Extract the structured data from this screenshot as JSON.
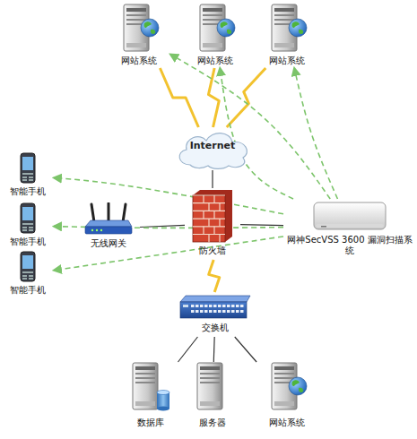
{
  "diagram": {
    "nodes": [
      {
        "text": [
          "网站系统"
        ]
      },
      {
        "text": [
          "网站系统"
        ]
      },
      {
        "text": [
          "网站系统"
        ]
      },
      {
        "text": [
          "Internet"
        ]
      },
      {
        "text": [
          "智能手机"
        ]
      },
      {
        "text": [
          "智能手机"
        ]
      },
      {
        "text": [
          "智能手机"
        ]
      },
      {
        "text": [
          "无线网关"
        ]
      },
      {
        "text": [
          "防火墙"
        ]
      },
      {
        "text": [
          "网神SecVSS 3600 漏洞扫描系统"
        ]
      },
      {
        "text": [
          "交换机"
        ]
      },
      {
        "text": [
          "数据库"
        ]
      },
      {
        "text": [
          "服务器"
        ]
      },
      {
        "text": [
          "网站系统"
        ]
      }
    ],
    "edges": [
      {
        "from": 3,
        "to": 0,
        "arrow": "none"
      },
      {
        "from": 3,
        "to": 1,
        "arrow": "none"
      },
      {
        "from": 3,
        "to": 2,
        "arrow": "none"
      },
      {
        "from": 3,
        "to": 8,
        "arrow": "none"
      },
      {
        "from": 7,
        "to": 8,
        "arrow": "none"
      },
      {
        "from": 8,
        "to": 9,
        "arrow": "none"
      },
      {
        "from": 8,
        "to": 10,
        "arrow": "none"
      },
      {
        "from": 10,
        "to": 11,
        "arrow": "none"
      },
      {
        "from": 10,
        "to": 12,
        "arrow": "none"
      },
      {
        "from": 10,
        "to": 13,
        "arrow": "none"
      },
      {
        "from": 9,
        "to": 0,
        "arrow": "to"
      },
      {
        "from": 9,
        "to": 1,
        "arrow": "to"
      },
      {
        "from": 9,
        "to": 2,
        "arrow": "to"
      },
      {
        "from": 9,
        "to": 4,
        "arrow": "to"
      },
      {
        "from": 9,
        "to": 5,
        "arrow": "to"
      },
      {
        "from": 9,
        "to": 6,
        "arrow": "to"
      }
    ]
  }
}
